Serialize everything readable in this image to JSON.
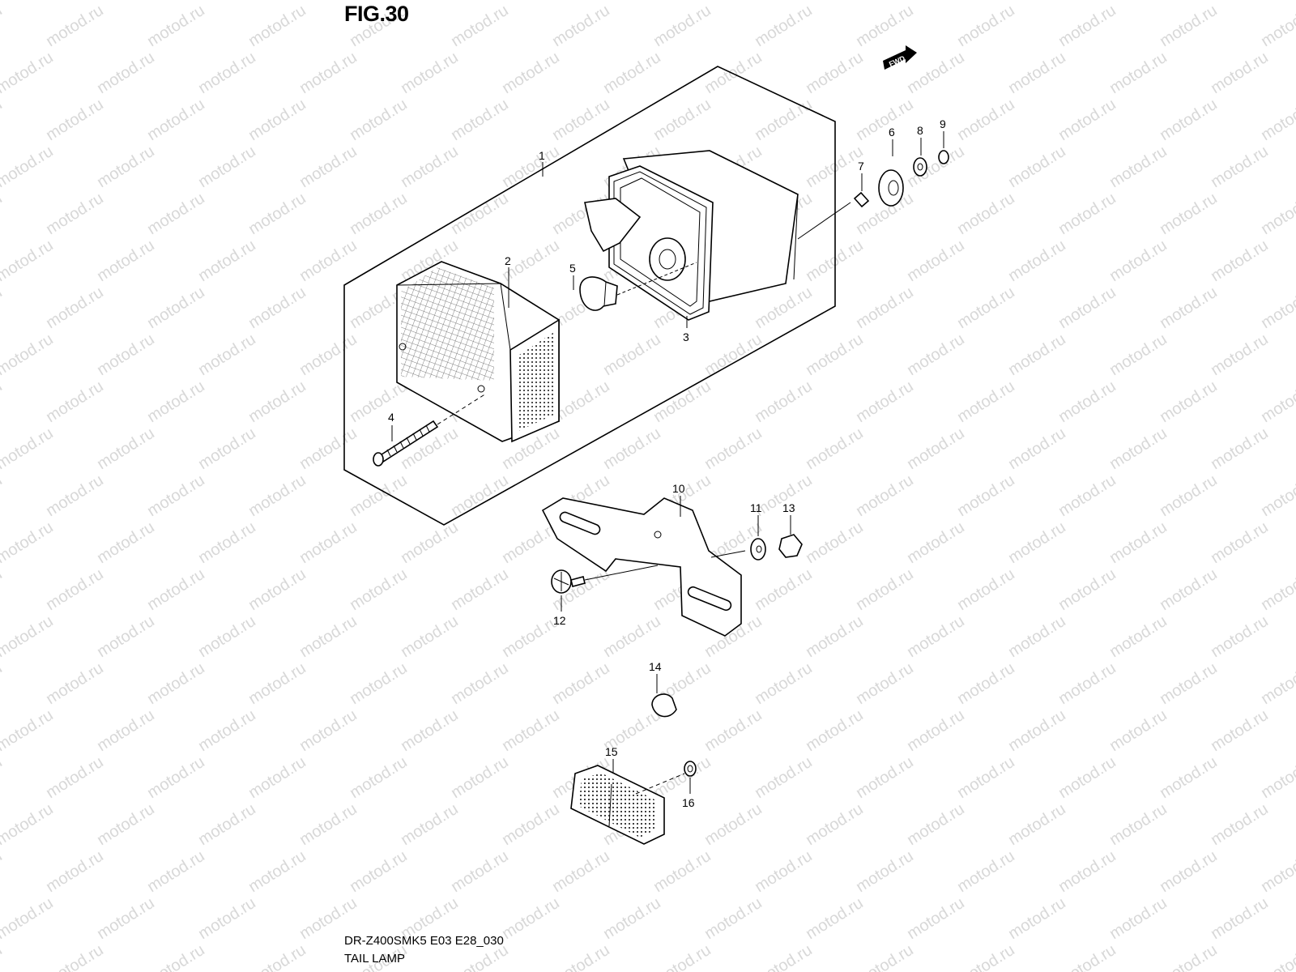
{
  "figure": {
    "title": "FIG.30",
    "model_code": "DR-Z400SMK5 E03 E28_030",
    "name": "TAIL LAMP"
  },
  "watermark": {
    "text": "motod.ru"
  },
  "direction_badge": {
    "text": "FWD"
  },
  "callouts": [
    {
      "id": "1",
      "label": "1"
    },
    {
      "id": "2",
      "label": "2"
    },
    {
      "id": "3",
      "label": "3"
    },
    {
      "id": "4",
      "label": "4"
    },
    {
      "id": "5",
      "label": "5"
    },
    {
      "id": "6",
      "label": "6"
    },
    {
      "id": "7",
      "label": "7"
    },
    {
      "id": "8",
      "label": "8"
    },
    {
      "id": "9",
      "label": "9"
    },
    {
      "id": "10",
      "label": "10"
    },
    {
      "id": "11",
      "label": "11"
    },
    {
      "id": "12",
      "label": "12"
    },
    {
      "id": "13",
      "label": "13"
    },
    {
      "id": "14",
      "label": "14"
    },
    {
      "id": "15",
      "label": "15"
    },
    {
      "id": "16",
      "label": "16"
    }
  ]
}
